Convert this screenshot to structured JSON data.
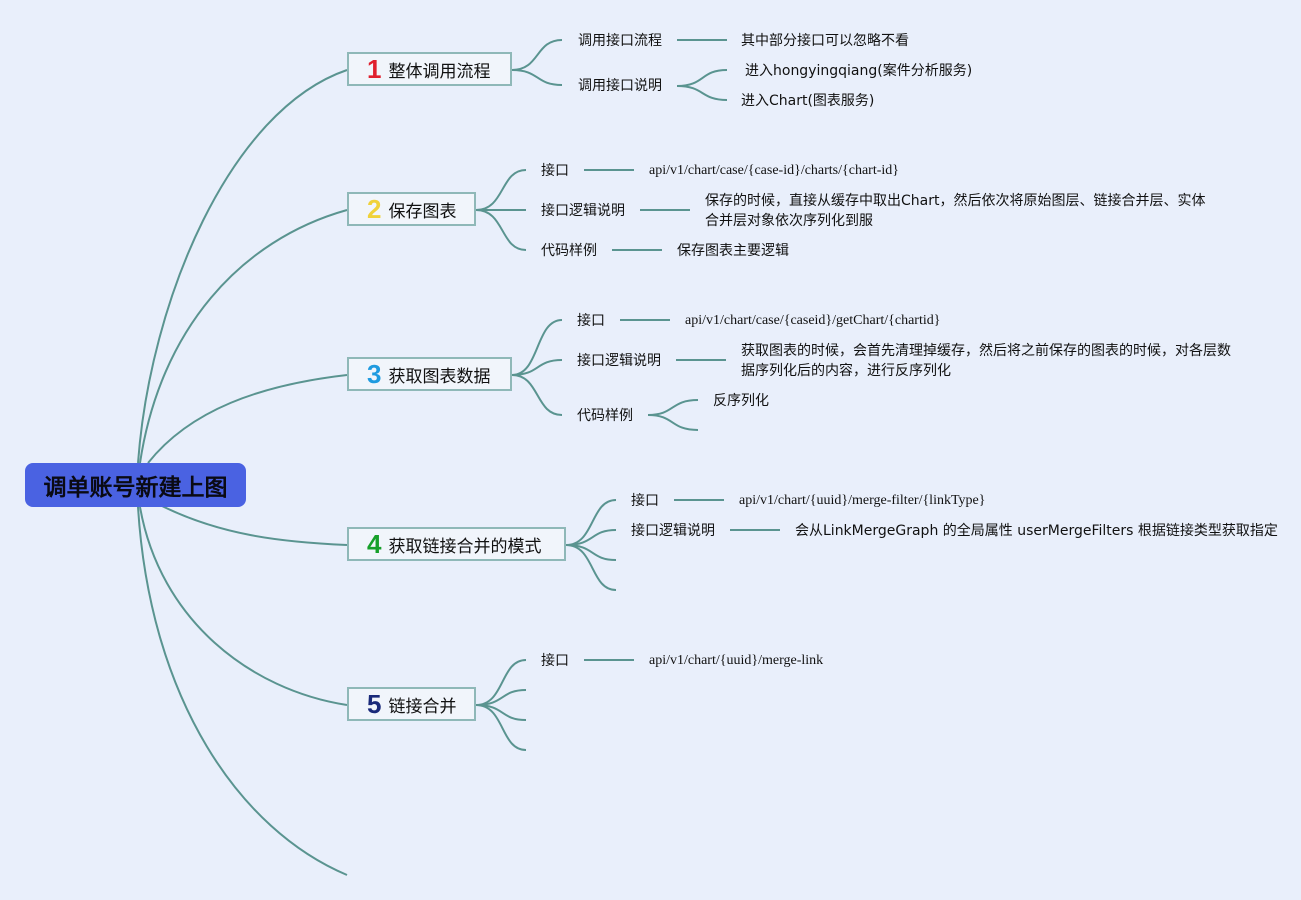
{
  "root": {
    "label": "调单账号新建上图"
  },
  "colors": {
    "root_bg": "#4a62e2",
    "line": "#5a9490",
    "n1": "#e0202e",
    "n2": "#f0d23a",
    "n3": "#1f9be0",
    "n4": "#17a02a",
    "n5": "#1a2a7a"
  },
  "topics": [
    {
      "num": "1",
      "label": "整体调用流程",
      "children": [
        {
          "label": "调用接口流程",
          "details": [
            "其中部分接口可以忽略不看"
          ]
        },
        {
          "label": "调用接口说明",
          "details": [
            "进入hongyingqiang(案件分析服务)",
            "进入Chart(图表服务)"
          ]
        }
      ]
    },
    {
      "num": "2",
      "label": "保存图表",
      "children": [
        {
          "label": "接口",
          "details": [
            "api/v1/chart/case/{case-id}/charts/{chart-id}"
          ]
        },
        {
          "label": "接口逻辑说明",
          "details": [
            "保存的时候，直接从缓存中取出Chart，然后依次将原始图层、链接合并层、实体",
            "合并层对象依次序列化到服"
          ]
        },
        {
          "label": "代码样例",
          "details": [
            "保存图表主要逻辑"
          ]
        }
      ]
    },
    {
      "num": "3",
      "label": "获取图表数据",
      "children": [
        {
          "label": "接口",
          "details": [
            "api/v1/chart/case/{caseid}/getChart/{chartid}"
          ]
        },
        {
          "label": "接口逻辑说明",
          "details": [
            "获取图表的时候，会首先清理掉缓存，然后将之前保存的图表的时候，对各层数",
            "据序列化后的内容，进行反序列化"
          ]
        },
        {
          "label": "代码样例",
          "details": [
            "反序列化"
          ]
        }
      ]
    },
    {
      "num": "4",
      "label": "获取链接合并的模式",
      "children": [
        {
          "label": "接口",
          "details": [
            "api/v1/chart/{uuid}/merge-filter/{linkType}"
          ]
        },
        {
          "label": "接口逻辑说明",
          "details": [
            "会从LinkMergeGraph 的全局属性 userMergeFilters 根据链接类型获取指定"
          ]
        }
      ]
    },
    {
      "num": "5",
      "label": "链接合并",
      "children": [
        {
          "label": "接口",
          "details": [
            "api/v1/chart/{uuid}/merge-link"
          ]
        }
      ]
    }
  ]
}
